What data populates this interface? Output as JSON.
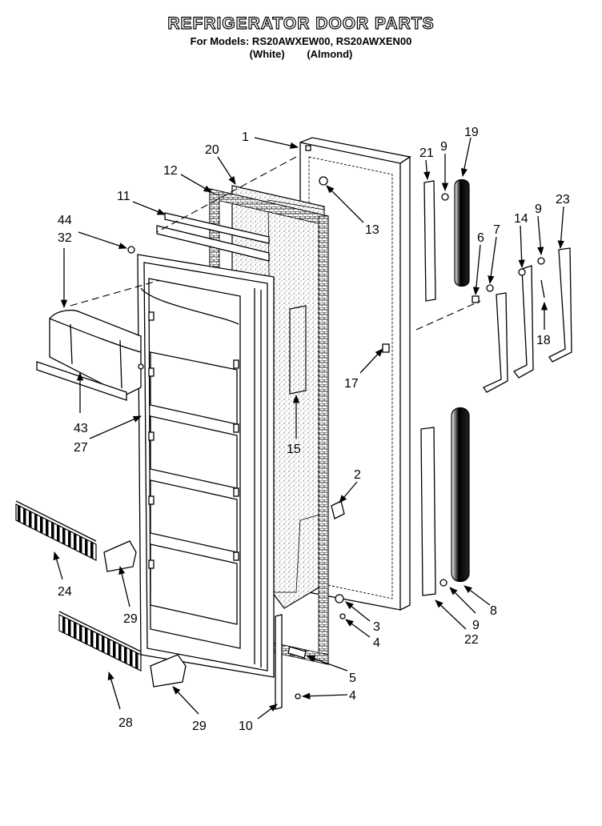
{
  "header": {
    "title": "REFRIGERATOR DOOR PARTS",
    "models_line": "For Models: RS20AWXEW00, RS20AWXEN00",
    "color_white": "(White)",
    "color_almond": "(Almond)"
  },
  "callouts": [
    {
      "id": "c1",
      "label": "1"
    },
    {
      "id": "c20",
      "label": "20"
    },
    {
      "id": "c12",
      "label": "12"
    },
    {
      "id": "c11",
      "label": "11"
    },
    {
      "id": "c44",
      "label": "44"
    },
    {
      "id": "c32",
      "label": "32"
    },
    {
      "id": "c13",
      "label": "13"
    },
    {
      "id": "c21",
      "label": "21"
    },
    {
      "id": "c9a",
      "label": "9"
    },
    {
      "id": "c19",
      "label": "19"
    },
    {
      "id": "c9b",
      "label": "9"
    },
    {
      "id": "c23",
      "label": "23"
    },
    {
      "id": "c6",
      "label": "6"
    },
    {
      "id": "c7",
      "label": "7"
    },
    {
      "id": "c14",
      "label": "14"
    },
    {
      "id": "c18",
      "label": "18"
    },
    {
      "id": "c17",
      "label": "17"
    },
    {
      "id": "c43",
      "label": "43"
    },
    {
      "id": "c27",
      "label": "27"
    },
    {
      "id": "c15",
      "label": "15"
    },
    {
      "id": "c2",
      "label": "2"
    },
    {
      "id": "c24",
      "label": "24"
    },
    {
      "id": "c29a",
      "label": "29"
    },
    {
      "id": "c3",
      "label": "3"
    },
    {
      "id": "c4a",
      "label": "4"
    },
    {
      "id": "c9c",
      "label": "9"
    },
    {
      "id": "c8",
      "label": "8"
    },
    {
      "id": "c22",
      "label": "22"
    },
    {
      "id": "c5",
      "label": "5"
    },
    {
      "id": "c4b",
      "label": "4"
    },
    {
      "id": "c28",
      "label": "28"
    },
    {
      "id": "c29b",
      "label": "29"
    },
    {
      "id": "c10",
      "label": "10"
    }
  ]
}
